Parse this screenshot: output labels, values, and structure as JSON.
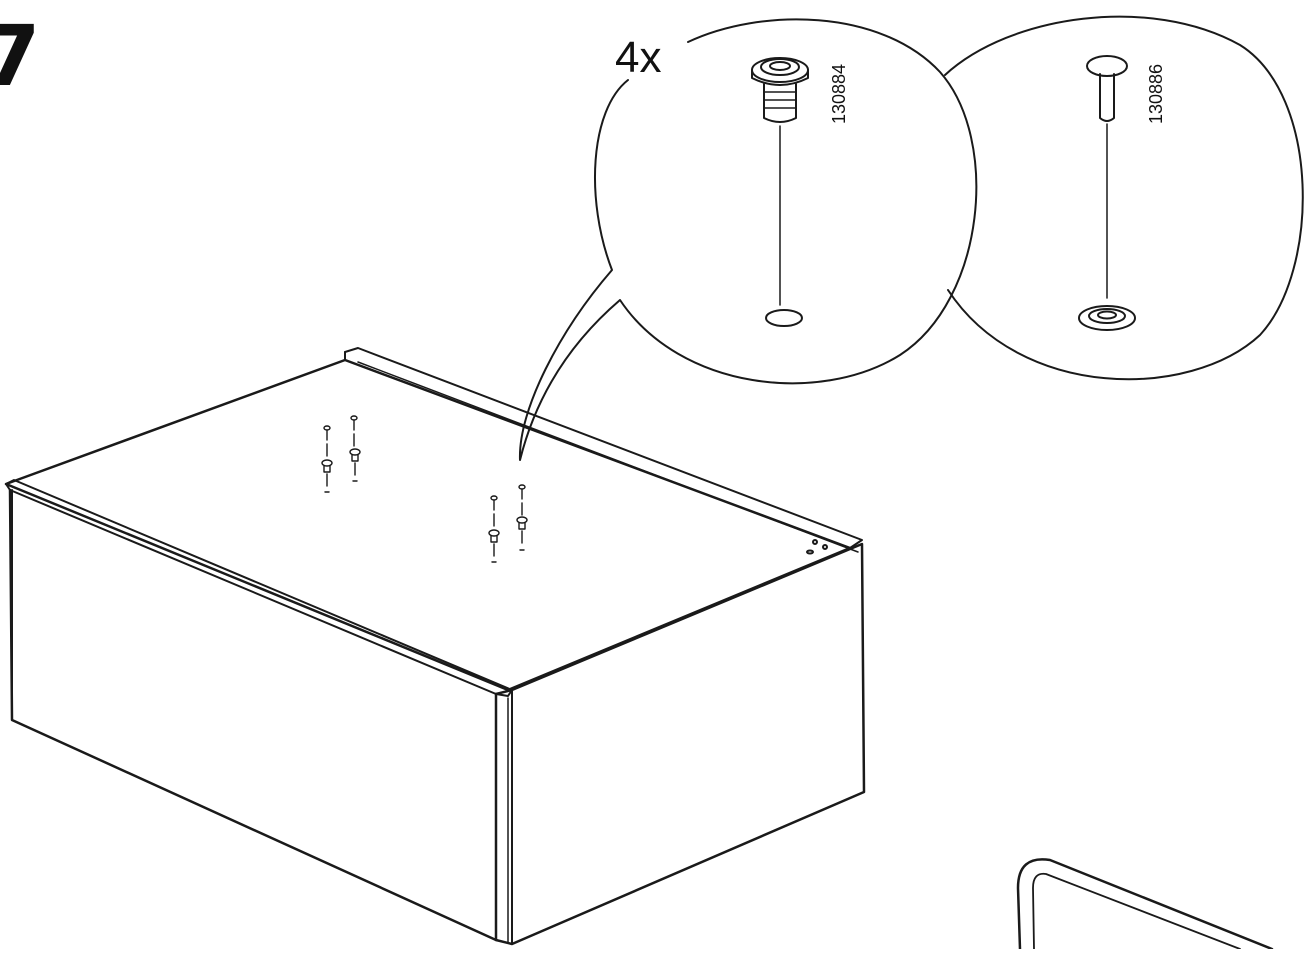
{
  "step": {
    "number": "7",
    "quantity": "4x"
  },
  "parts": [
    {
      "code": "130884",
      "icon": "cam-lock-insert-icon"
    },
    {
      "code": "130886",
      "icon": "dowel-pin-icon"
    }
  ],
  "colors": {
    "line": "#1a1a1a",
    "background": "#ffffff"
  }
}
